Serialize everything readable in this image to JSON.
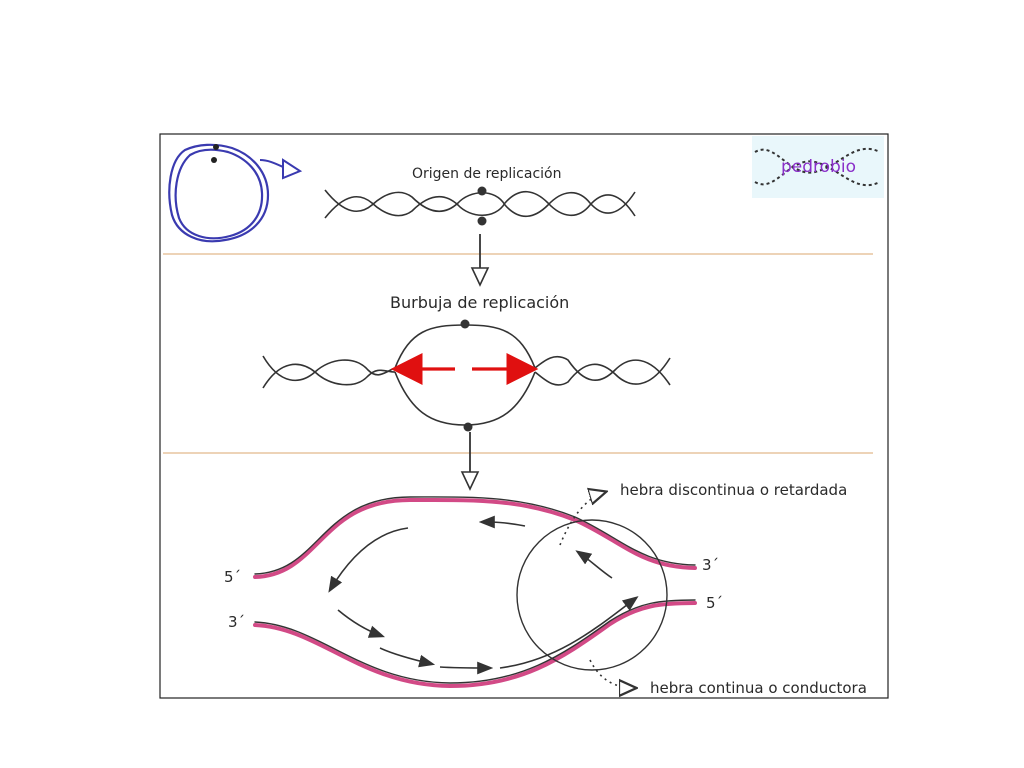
{
  "labels": {
    "origin": "Origen de replicación",
    "bubble": "Burbuja de replicación",
    "lagging": "hebra discontinua o retardada",
    "leading": "hebra continua o conductora",
    "five_top": "5´",
    "three_bottom": "3´",
    "three_top_right": "3´",
    "five_bottom_right": "5´"
  },
  "logo": {
    "text": "pedrobio"
  },
  "icons": {
    "circular_dna": "circular-dna-icon",
    "arrow": "arrow-icon"
  },
  "colors": {
    "frame": "#222222",
    "strand": "#333333",
    "new_strand": "#d24a86",
    "fork_arrows": "#e01010",
    "divider": "#e2b98c",
    "circle_dna": "#3a3ab0",
    "logo_bg": "#e9f7fb",
    "logo_text": "#8a2fc9"
  }
}
